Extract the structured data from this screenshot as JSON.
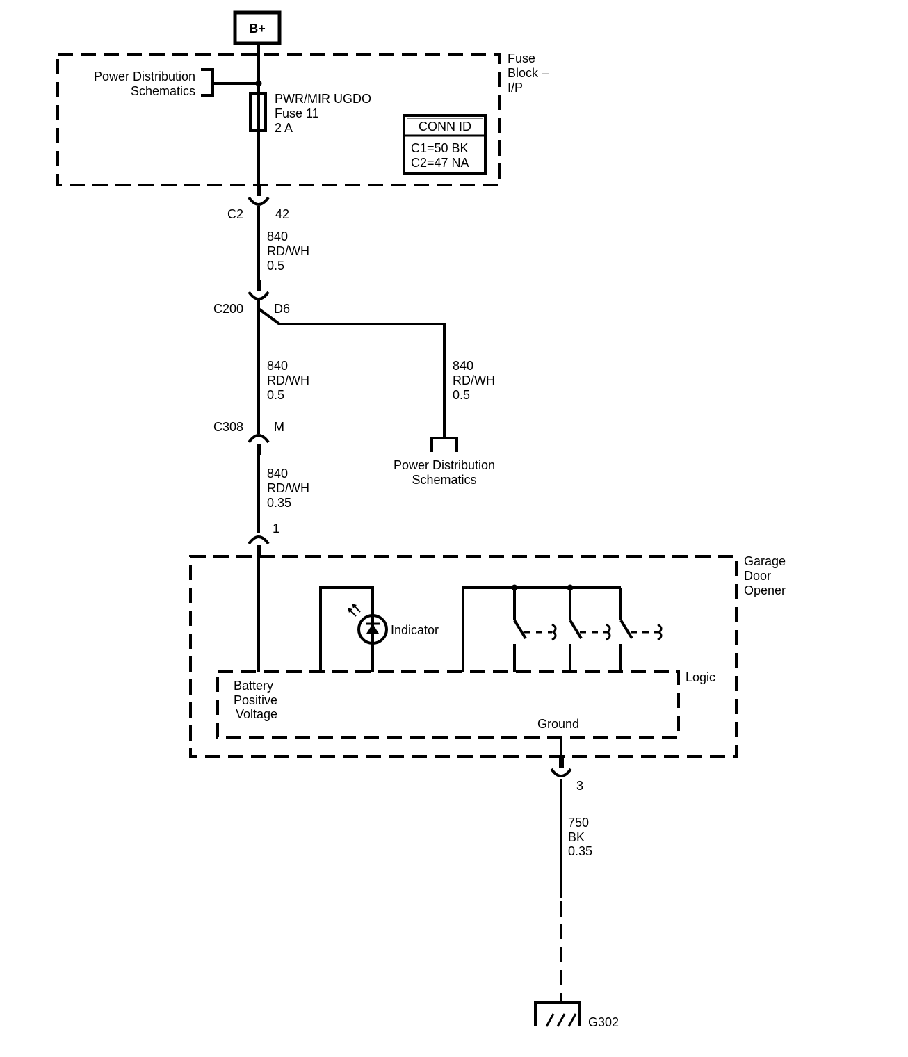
{
  "battery": "B+",
  "fuse_block": {
    "name_lines": [
      "Fuse",
      "Block –",
      "I/P"
    ],
    "power_ref_lines": [
      "Power Distribution",
      "Schematics"
    ],
    "fuse_lines": [
      "PWR/MIR UGDO",
      "Fuse 11",
      "2 A"
    ],
    "conn_id": {
      "header": "CONN ID",
      "rows": [
        "C1=50 BK",
        "C2=47 NA"
      ]
    }
  },
  "connectors": {
    "c2": {
      "name": "C2",
      "pin": "42"
    },
    "c200": {
      "name": "C200",
      "pin": "D6"
    },
    "c308": {
      "name": "C308",
      "pin": "M"
    },
    "opener_pin1": "1",
    "opener_pin3": "3"
  },
  "wires": {
    "w1": [
      "840",
      "RD/WH",
      "0.5"
    ],
    "w2": [
      "840",
      "RD/WH",
      "0.5"
    ],
    "w3": [
      "840",
      "RD/WH",
      "0.5"
    ],
    "w4": [
      "840",
      "RD/WH",
      "0.35"
    ],
    "w5": [
      "750",
      "BK",
      "0.35"
    ]
  },
  "branch_ref_lines": [
    "Power Distribution",
    "Schematics"
  ],
  "garage_door_opener": {
    "name_lines": [
      "Garage",
      "Door",
      "Opener"
    ],
    "indicator": "Indicator",
    "logic": "Logic",
    "bpv_lines": [
      "Battery",
      "Positive",
      "Voltage"
    ],
    "ground": "Ground"
  },
  "ground_id": "G302"
}
